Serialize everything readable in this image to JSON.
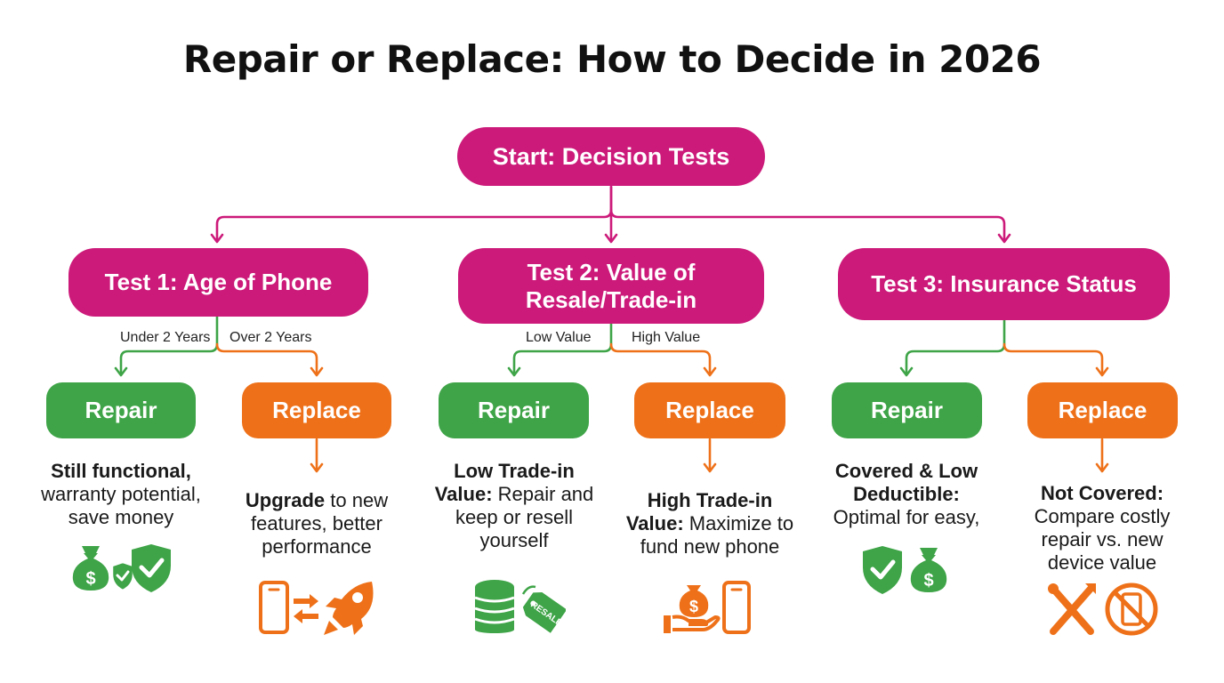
{
  "title": "Repair or Replace: How to Decide in 2026",
  "start": "Start: Decision Tests",
  "tests": [
    {
      "label": "Test 1: Age of Phone",
      "left_branch": "Under 2 Years",
      "right_branch": "Over 2 Years",
      "repair": {
        "label": "Repair",
        "bold": "Still functional,",
        "text": " warranty potential, save money",
        "icons": [
          "money-bag-icon",
          "shield-check-icon",
          "shield-check-icon"
        ]
      },
      "replace": {
        "label": "Replace",
        "bold": "Upgrade",
        "text": " to new features, better performance",
        "icons": [
          "smartphone-icon",
          "swap-arrows-icon",
          "rocket-icon"
        ]
      }
    },
    {
      "label": "Test 2: Value of Resale/Trade-in",
      "left_branch": "Low Value",
      "right_branch": "High Value",
      "repair": {
        "label": "Repair",
        "bold": "Low Trade-in Value:",
        "text": " Repair and keep or resell yourself",
        "icons": [
          "coin-stack-icon",
          "resale-tag-icon"
        ],
        "tag_text": "RESALE"
      },
      "replace": {
        "label": "Replace",
        "bold": "High Trade-in Value:",
        "text": " Maximize to fund new phone",
        "icons": [
          "hand-money-bag-icon",
          "smartphone-icon"
        ]
      }
    },
    {
      "label": "Test 3: Insurance Status",
      "left_branch": "",
      "right_branch": "",
      "repair": {
        "label": "Repair",
        "bold": "Covered & Low Deductible:",
        "text": " Optimal for easy,",
        "icons": [
          "shield-check-icon",
          "money-bag-icon"
        ]
      },
      "replace": {
        "label": "Replace",
        "bold": "Not Covered:",
        "text": " Compare costly repair vs. new device value",
        "icons": [
          "wrench-screwdriver-icon",
          "no-phone-icon"
        ]
      }
    }
  ],
  "colors": {
    "magenta": "#cc1a7a",
    "green": "#3ea447",
    "orange": "#ee7119"
  }
}
